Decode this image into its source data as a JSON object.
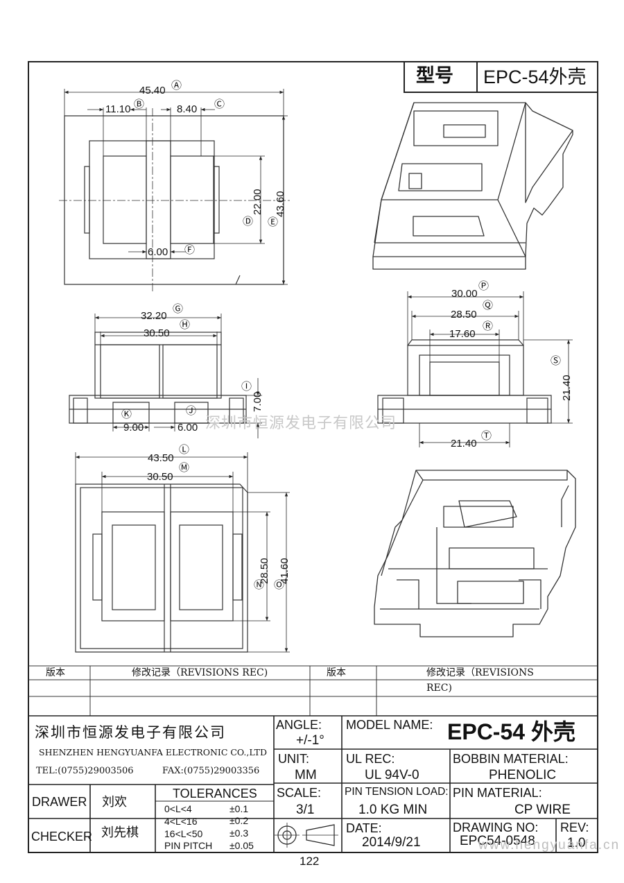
{
  "title_box": {
    "label": "型号",
    "model": "EPC-54外壳"
  },
  "dimensions": {
    "top_view": {
      "a": "45.40",
      "a_mark": "Ⓐ",
      "b": "11.10",
      "b_mark": "Ⓑ",
      "c": "8.40",
      "c_mark": "Ⓒ",
      "d": "22.00",
      "d_mark": "Ⓓ",
      "e": "43.60",
      "e_mark": "Ⓔ",
      "f": "6.00",
      "f_mark": "Ⓕ"
    },
    "front_view": {
      "g": "32.20",
      "g_mark": "Ⓖ",
      "h": "30.50",
      "h_mark": "Ⓗ",
      "i": "7.00",
      "i_mark": "Ⓘ",
      "j": "6.00",
      "j_mark": "Ⓙ",
      "k": "9.00",
      "k_mark": "Ⓚ"
    },
    "bottom_view": {
      "l": "43.50",
      "l_mark": "Ⓛ",
      "m": "30.50",
      "m_mark": "Ⓜ",
      "n": "28.50",
      "n_mark": "Ⓝ",
      "o": "41.60",
      "o_mark": "Ⓞ"
    },
    "side_view": {
      "p": "30.00",
      "p_mark": "Ⓟ",
      "q": "28.50",
      "q_mark": "Ⓠ",
      "r": "17.60",
      "r_mark": "Ⓡ",
      "s": "21.40",
      "s_mark": "Ⓢ",
      "t": "21.40",
      "t_mark": "Ⓣ"
    }
  },
  "watermark": "深圳市恒源发电子有限公司",
  "revisions": {
    "col1": "版本",
    "col2": "修改记录（REVISIONS REC)",
    "col3": "版本",
    "col4a": "修改记录（REVISIONS",
    "col4b": "REC)"
  },
  "company": {
    "name_cn": "深圳市恒源发电子有限公司",
    "name_en": "SHENZHEN HENGYUANFA ELECTRONIC CO.,LTD",
    "tel": "TEL:(0755)29003506",
    "fax": "FAX:(0755)29003356"
  },
  "people": {
    "drawer_label": "DRAWER",
    "drawer": "刘欢",
    "checker_label": "CHECKER",
    "checker": "刘先棋"
  },
  "tolerances": {
    "title": "TOLERANCES",
    "rows": [
      {
        "range": "0<L<4",
        "value": "±0.1"
      },
      {
        "range": "4<L<16",
        "value": "±0.2"
      },
      {
        "range": "16<L<50",
        "value": "±0.3"
      },
      {
        "range": "PIN PITCH",
        "value": "±0.05"
      }
    ]
  },
  "angle": {
    "label": "ANGLE:",
    "value": "+/-1°"
  },
  "unit": {
    "label": "UNIT:",
    "value": "MM"
  },
  "scale": {
    "label": "SCALE:",
    "value": "3/1"
  },
  "model_name": {
    "label": "MODEL NAME:",
    "value": "EPC-54 外壳"
  },
  "ul_rec": {
    "label": "UL REC:",
    "value": "UL 94V-0"
  },
  "bobbin_material": {
    "label": "BOBBIN MATERIAL:",
    "value": "PHENOLIC"
  },
  "pin_tension": {
    "label": "PIN TENSION LOAD:",
    "value": "1.0 KG MIN"
  },
  "pin_material": {
    "label": "PIN MATERIAL:",
    "value": "CP WIRE"
  },
  "date": {
    "label": "DATE:",
    "value": "2014/9/21"
  },
  "drawing_no": {
    "label": "DRAWING NO:",
    "value": "EPC54-0548"
  },
  "rev": {
    "label": "REV:",
    "value": "1.0"
  },
  "website": "www.hengyuanfa.cn",
  "page_number": "122"
}
